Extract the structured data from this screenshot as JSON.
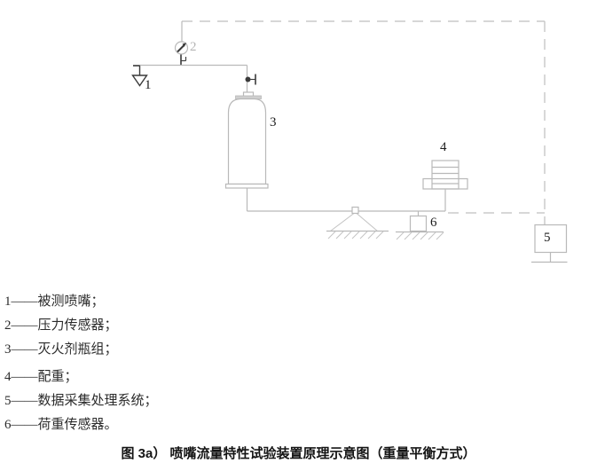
{
  "figure": {
    "caption": "图 3a） 喷嘴流量特性试验装置原理示意图（重量平衡方式）"
  },
  "diagram": {
    "labels": {
      "nozzle": "1",
      "pressure_sensor": "2",
      "agent_bottle": "3",
      "counterweight": "4",
      "daq_system": "5",
      "load_cell": "6"
    },
    "icons": [
      "pressure-gauge-icon",
      "nozzle-icon",
      "valve-icon",
      "agent-bottle-icon",
      "balance-beam-icon",
      "fulcrum-icon",
      "counterweight-stack-icon",
      "load-cell-icon",
      "daq-box-icon",
      "ground-hatch-icon",
      "signal-dashed-line"
    ],
    "colors": {
      "line_gray": "#b9b9b9",
      "accent_dark": "#3a3a3a",
      "label_dark": "#1c1c1c",
      "label_muted": "#b5b5b5",
      "background": "#ffffff"
    }
  },
  "legend": {
    "items": [
      {
        "label": "1——被测喷嘴；"
      },
      {
        "label": "2——压力传感器；"
      },
      {
        "label": "3——灭火剂瓶组；"
      },
      {
        "label": "4——配重；"
      },
      {
        "label": "5——数据采集处理系统；"
      },
      {
        "label": "6——荷重传感器。"
      }
    ]
  }
}
